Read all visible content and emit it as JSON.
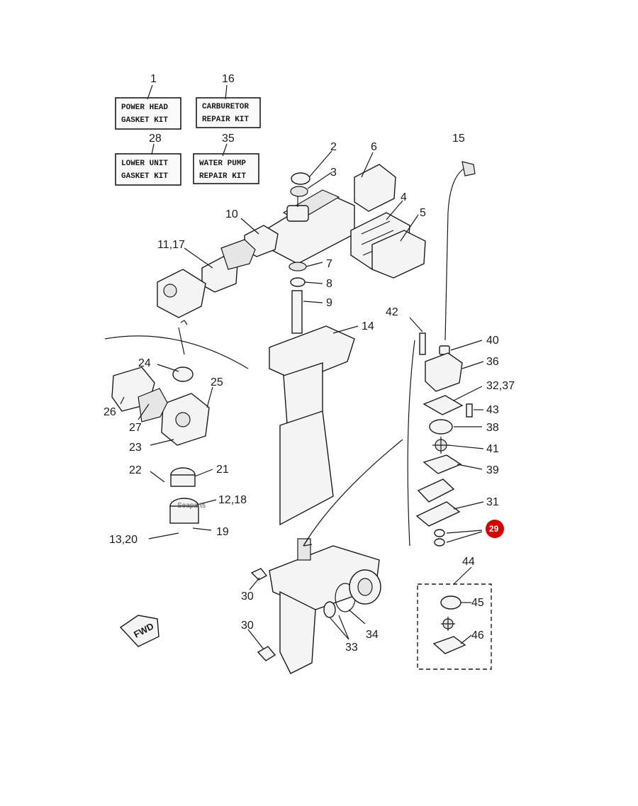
{
  "kits": [
    {
      "num": "1",
      "line1": "POWER HEAD",
      "line2": "GASKET KIT"
    },
    {
      "num": "16",
      "line1": "CARBURETOR",
      "line2": "REPAIR KIT"
    },
    {
      "num": "28",
      "line1": "LOWER UNIT",
      "line2": "GASKET KIT"
    },
    {
      "num": "35",
      "line1": "WATER PUMP",
      "line2": "REPAIR KIT"
    }
  ],
  "callouts": {
    "c2": "2",
    "c3": "3",
    "c6": "6",
    "c15": "15",
    "c4": "4",
    "c5": "5",
    "c10": "10",
    "c11_17": "11,17",
    "c7": "7",
    "c8": "8",
    "c9": "9",
    "c14": "14",
    "c42": "42",
    "c40": "40",
    "c36": "36",
    "c32_37": "32,37",
    "c43": "43",
    "c38": "38",
    "c41": "41",
    "c39": "39",
    "c31": "31",
    "c29": "29",
    "c24": "24",
    "c25": "25",
    "c26": "26",
    "c27": "27",
    "c23": "23",
    "c22": "22",
    "c21": "21",
    "c12_18": "12,18",
    "c13_20": "13,20",
    "c19": "19",
    "c30a": "30",
    "c30b": "30",
    "c34": "34",
    "c33": "33",
    "c44": "44",
    "c45": "45",
    "c46": "46"
  },
  "watermark": "Seaparts",
  "fwd_label": "FWD",
  "highlight_color": "#d40000"
}
